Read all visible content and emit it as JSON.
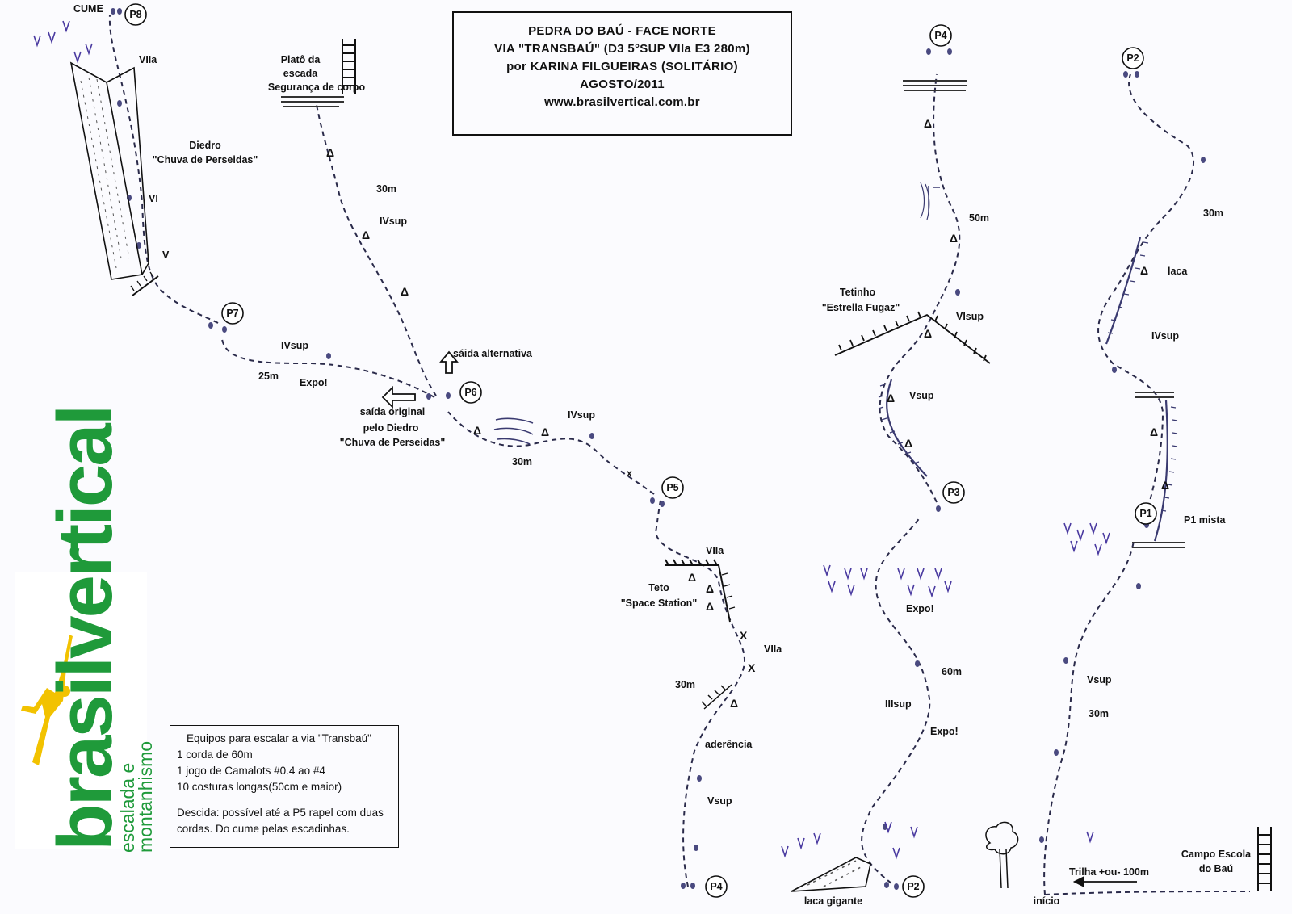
{
  "title": {
    "line1": "PEDRA DO BAÚ - FACE NORTE",
    "line2": "VIA \"TRANSBAÚ\" (D3 5°SUP VIIa E3 280m)",
    "line3": "por KARINA FILGUEIRAS (SOLITÁRIO)",
    "line4": "AGOSTO/2011",
    "line5": "www.brasilvertical.com.br"
  },
  "equipment": {
    "title": "Equipos para escalar a via \"Transbaú\"",
    "item1": "1 corda de 60m",
    "item2": "1 jogo de Camalots #0.4 ao #4",
    "item3": "10 costuras longas(50cm e maior)",
    "descent_line1": "Descida: possível até a P5 rapel com duas",
    "descent_line2": "cordas. Do cume pelas escadinhas."
  },
  "logo": {
    "main": "brasilvertical",
    "sub1": "escalada e",
    "sub2": "montanhismo",
    "colors": {
      "green": "#1f9a3a",
      "yellow": "#f2c200"
    }
  },
  "belays": {
    "p8": "P8",
    "p7": "P7",
    "p6": "P6",
    "p5": "P5",
    "p4a": "P4",
    "p4b": "P4",
    "p3": "P3",
    "p2a": "P2",
    "p2b": "P2",
    "p1": "P1"
  },
  "labels": {
    "cume": "CUME",
    "viia_top": "VIIa",
    "diedro1": "Diedro",
    "diedro2": "\"Chuva de Perseidas\"",
    "vi": "VI",
    "v": "V",
    "plato1": "Platô da",
    "plato2": "escada",
    "plato3": "Segurança de corpo",
    "m30_a": "30m",
    "ivsup_a": "IVsup",
    "saida_alt": "sáida alternativa",
    "saida_orig1": "saída original",
    "saida_orig2": "pelo Diedro",
    "saida_orig3": "\"Chuva de Perseidas\"",
    "ivsup_p7": "IVsup",
    "m25": "25m",
    "expo_p7": "Expo!",
    "ivsup_p6": "IVsup",
    "m30_p6": "30m",
    "viia_teto": "VIIa",
    "teto1": "Teto",
    "teto2": "\"Space Station\"",
    "viia_b": "VIIa",
    "m30_p5": "30m",
    "aderencia": "aderência",
    "vsup_p4": "Vsup",
    "m50": "50m",
    "tetinho1": "Tetinho",
    "tetinho2": "\"Estrella Fugaz\"",
    "visup": "VIsup",
    "vsup_mid": "Vsup",
    "expo_mid": "Expo!",
    "m60": "60m",
    "iiisup": "IIIsup",
    "expo_low": "Expo!",
    "laca_gigante": "laca gigante",
    "m30_p2": "30m",
    "laca": "laca",
    "ivsup_right": "IVsup",
    "p1_mista": "P1 mista",
    "vsup_right": "Vsup",
    "m30_right": "30m",
    "campo1": "Campo Escola",
    "campo2": "do Baú",
    "trilha": "Trilha +ou- 100m",
    "inicio": "início"
  }
}
